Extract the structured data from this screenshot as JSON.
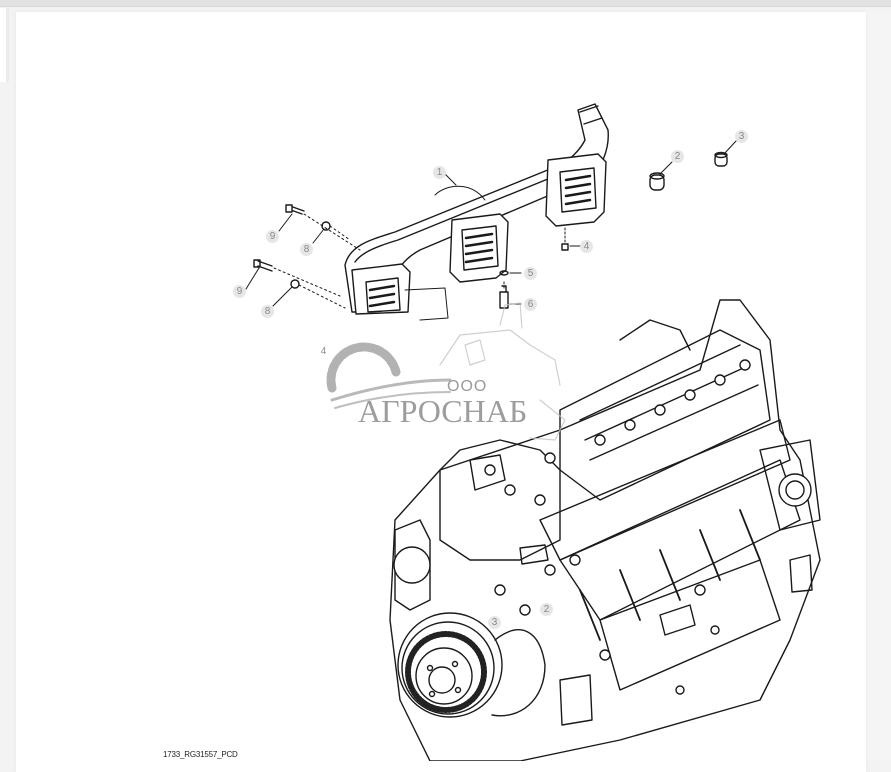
{
  "diagram": {
    "type": "exploded parts diagram",
    "subject": "engine exhaust manifold assembly",
    "caption": "1733_RG31557_PCD",
    "callouts": [
      {
        "id": "1",
        "label": "1",
        "part": "exhaust manifold"
      },
      {
        "id": "2",
        "label": "2",
        "part": "sleeve (large)"
      },
      {
        "id": "3",
        "label": "3",
        "part": "sleeve (small)"
      },
      {
        "id": "4",
        "label": "4",
        "part": "nut"
      },
      {
        "id": "5",
        "label": "5",
        "part": "washer"
      },
      {
        "id": "6",
        "label": "6",
        "part": "sensor / fitting"
      },
      {
        "id": "8a",
        "label": "8",
        "part": "washer"
      },
      {
        "id": "9a",
        "label": "9",
        "part": "cap screw"
      },
      {
        "id": "8b",
        "label": "8",
        "part": "washer"
      },
      {
        "id": "9b",
        "label": "9",
        "part": "cap screw"
      },
      {
        "id": "4b",
        "label": "4",
        "part": "partially visible callout"
      },
      {
        "id": "2b",
        "label": "2",
        "part": "engine location of sleeve"
      },
      {
        "id": "3b",
        "label": "3",
        "part": "engine location of sleeve"
      }
    ]
  },
  "watermark": {
    "prefix": "ООО",
    "name": "АГРОСНАБ"
  },
  "colors": {
    "line": "#1a1a1a",
    "callout_bg": "#e6e6e6",
    "callout_text": "#8a8a8a",
    "watermark": "#8c8c8c"
  }
}
